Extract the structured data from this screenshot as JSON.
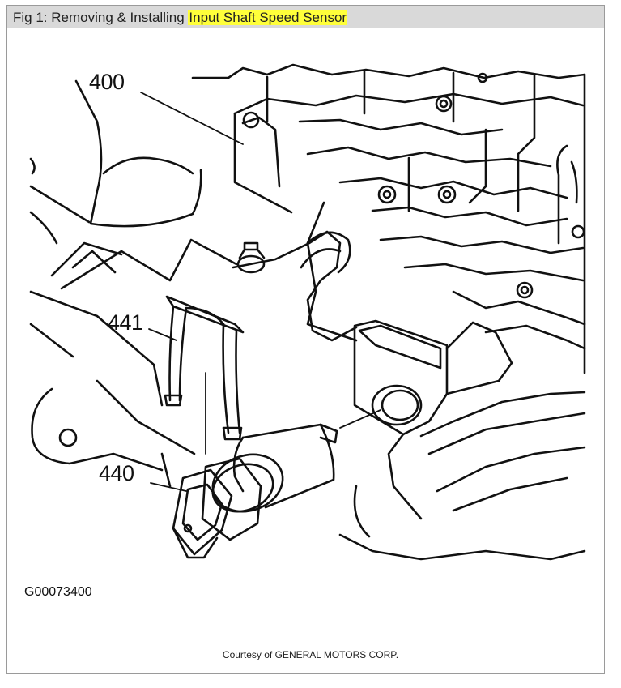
{
  "figure": {
    "title_prefix": "Fig 1: Removing & Installing ",
    "title_highlight": "Input Shaft Speed Sensor",
    "highlight_color": "#ffff3a",
    "callouts": [
      "400",
      "441",
      "440"
    ],
    "figure_code": "G00073400",
    "credit": "Courtesy of GENERAL MOTORS CORP."
  }
}
